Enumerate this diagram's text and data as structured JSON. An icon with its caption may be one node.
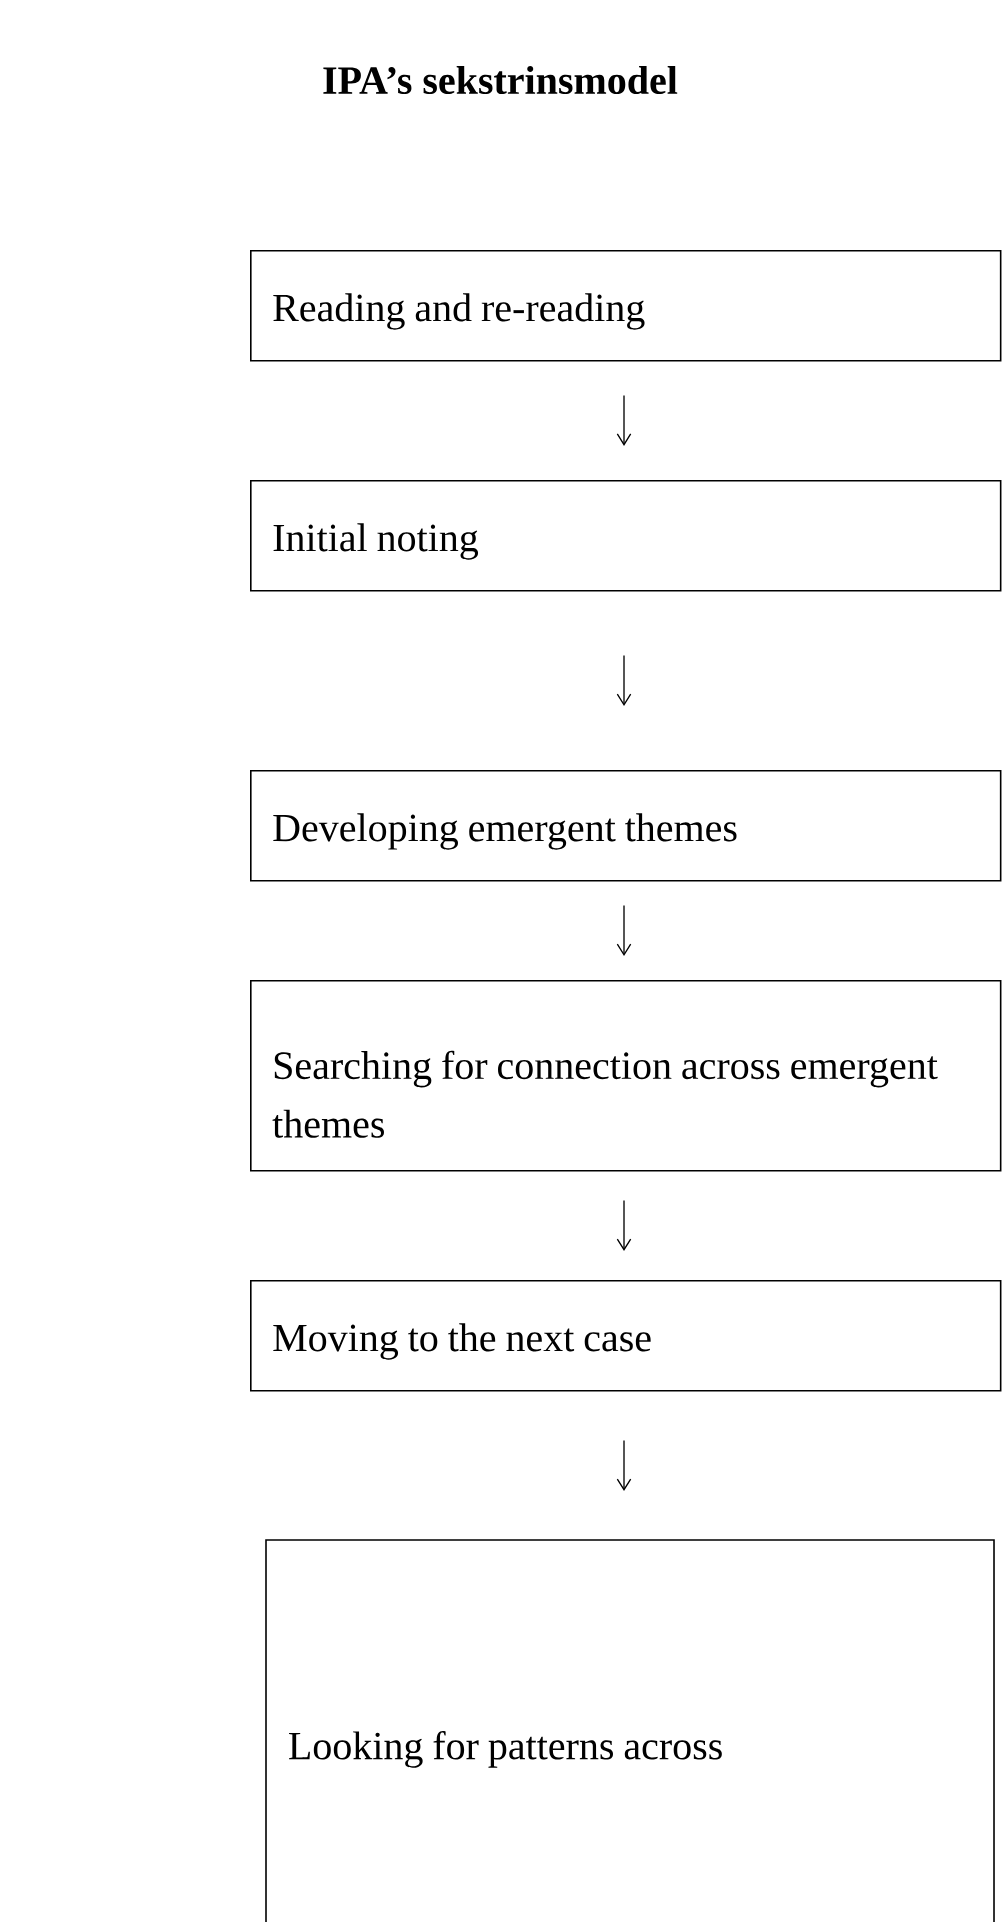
{
  "diagram": {
    "title": "IPA’s sekstrinsmodel",
    "nodes": [
      {
        "text": [
          "Reading  and re-reading"
        ]
      },
      {
        "text": [
          "Initial noting"
        ]
      },
      {
        "text": [
          "Developing emergent themes"
        ]
      },
      {
        "text": [
          "Searching for connection across emergent themes"
        ]
      },
      {
        "text": [
          "Moving to the next case"
        ]
      },
      {
        "text": [
          "Looking for patterns across"
        ]
      }
    ],
    "edges": [
      {
        "from": 0,
        "to": 1,
        "arrow": "to"
      },
      {
        "from": 1,
        "to": 2,
        "arrow": "to"
      },
      {
        "from": 2,
        "to": 3,
        "arrow": "to"
      },
      {
        "from": 3,
        "to": 4,
        "arrow": "to"
      },
      {
        "from": 4,
        "to": 5,
        "arrow": "to"
      }
    ]
  }
}
